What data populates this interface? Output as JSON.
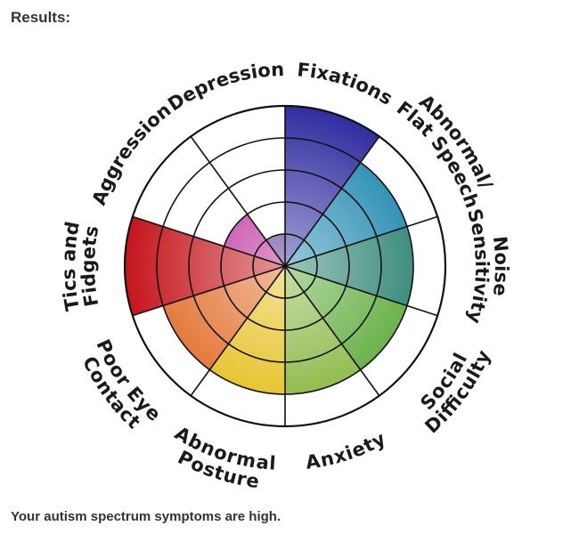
{
  "page": {
    "heading": "Results:",
    "summary": "Your autism spectrum symptoms are high."
  },
  "chart_data": {
    "type": "polar-area",
    "scale_max": 5,
    "rings": 5,
    "start_angle_deg": 0,
    "direction": "clockwise",
    "categories": [
      {
        "label": "Fixations",
        "lines": [
          "Fixations"
        ],
        "value": 5,
        "color": "#312da0"
      },
      {
        "label": "Abnormal/ Flat Speech",
        "lines": [
          "Abnormal/",
          "Flat Speech"
        ],
        "value": 4,
        "color": "#1a86ad"
      },
      {
        "label": "Noise Sensitivity",
        "lines": [
          "Noise",
          "Sensitivity"
        ],
        "value": 4,
        "color": "#28806e"
      },
      {
        "label": "Social Difficulty",
        "lines": [
          "Social",
          "Difficulty"
        ],
        "value": 4,
        "color": "#59a934"
      },
      {
        "label": "Anxiety",
        "lines": [
          "Anxiety"
        ],
        "value": 4,
        "color": "#84b53c"
      },
      {
        "label": "Abnormal Posture",
        "lines": [
          "Abnormal",
          "Posture"
        ],
        "value": 4,
        "color": "#e4bf1a"
      },
      {
        "label": "Poor Eye Contact",
        "lines": [
          "Poor Eye",
          "Contact"
        ],
        "value": 4,
        "color": "#e06a24"
      },
      {
        "label": "Tics and Fidgets",
        "lines": [
          "Tics and",
          "Fidgets"
        ],
        "value": 5,
        "color": "#c4161c"
      },
      {
        "label": "Aggression",
        "lines": [
          "Aggression"
        ],
        "value": 2,
        "color": "#b81c93"
      },
      {
        "label": "Depression",
        "lines": [
          "Depression"
        ],
        "value": 1,
        "color": "#4a2a82"
      }
    ]
  }
}
